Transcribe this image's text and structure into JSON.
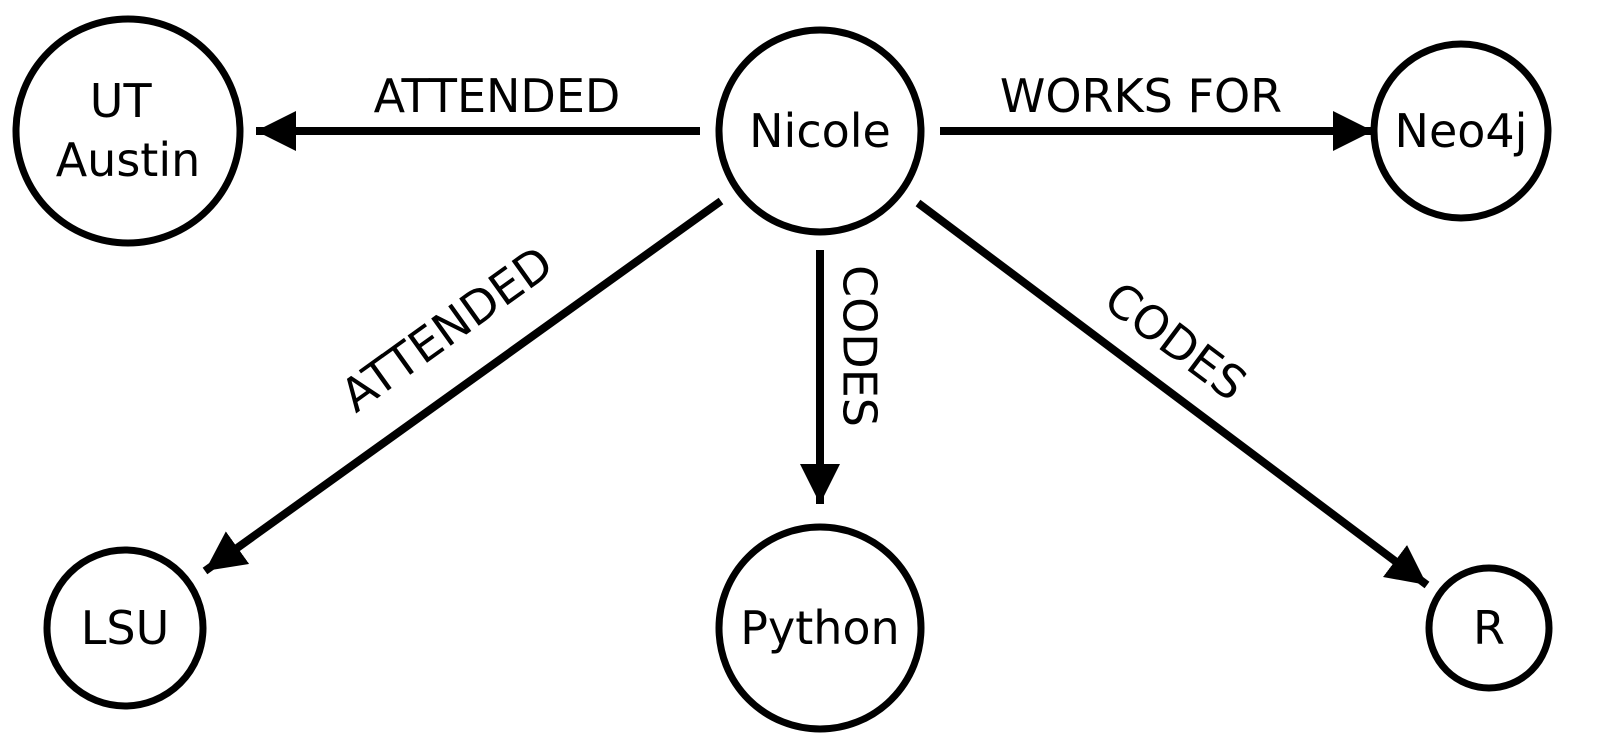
{
  "nodes": [
    {
      "id": "nicole",
      "lines": [
        "Nicole"
      ]
    },
    {
      "id": "ut-austin",
      "lines": [
        "UT",
        "Austin"
      ]
    },
    {
      "id": "neo4j",
      "lines": [
        "Neo4j"
      ]
    },
    {
      "id": "lsu",
      "lines": [
        "LSU"
      ]
    },
    {
      "id": "python",
      "lines": [
        "Python"
      ]
    },
    {
      "id": "r",
      "lines": [
        "R"
      ]
    }
  ],
  "edges": [
    {
      "id": "nicole-attended-ut",
      "from": "nicole",
      "to": "ut-austin",
      "label": "ATTENDED"
    },
    {
      "id": "nicole-works-for-neo4j",
      "from": "nicole",
      "to": "neo4j",
      "label": "WORKS FOR"
    },
    {
      "id": "nicole-attended-lsu",
      "from": "nicole",
      "to": "lsu",
      "label": "ATTENDED"
    },
    {
      "id": "nicole-codes-python",
      "from": "nicole",
      "to": "python",
      "label": "CODES"
    },
    {
      "id": "nicole-codes-r",
      "from": "nicole",
      "to": "r",
      "label": "CODES"
    }
  ],
  "colors": {
    "stroke": "#000000",
    "background": "#ffffff"
  }
}
